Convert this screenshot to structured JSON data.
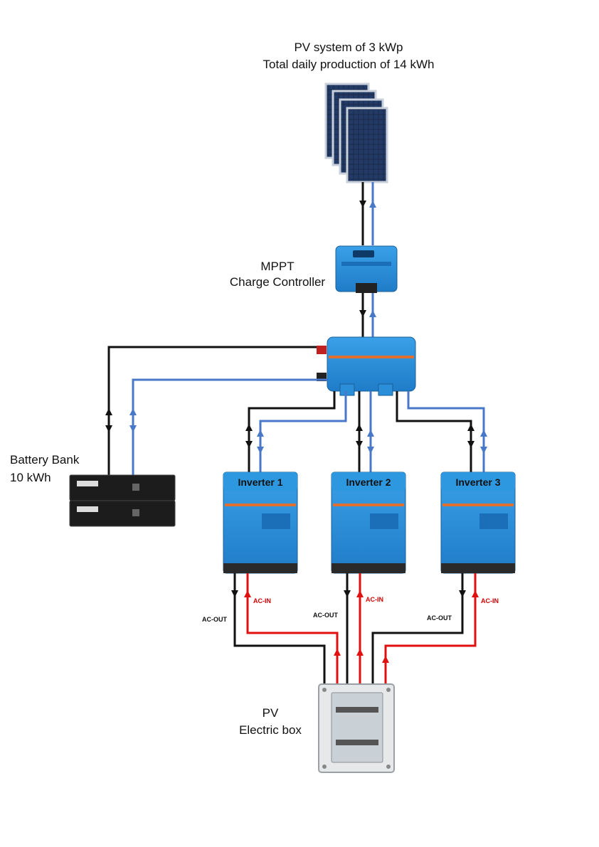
{
  "pv": {
    "line1": "PV system of 3 kWp",
    "line2": "Total daily production of 14 kWh"
  },
  "mppt": {
    "line1": "MPPT",
    "line2": "Charge Controller"
  },
  "battery": {
    "line1": "Battery Bank",
    "line2": "10 kWh"
  },
  "inverters": [
    {
      "label": "Inverter 1"
    },
    {
      "label": "Inverter 2"
    },
    {
      "label": "Inverter 3"
    }
  ],
  "ac_out_label": "AC-OUT",
  "ac_in_label": "AC-IN",
  "box": {
    "line1": "PV",
    "line2": "Electric box"
  },
  "colors": {
    "dc_negative": "#111111",
    "dc_positive": "#4a78c8",
    "ac_in": "#e01010",
    "device_blue": "#2a8fd8"
  }
}
